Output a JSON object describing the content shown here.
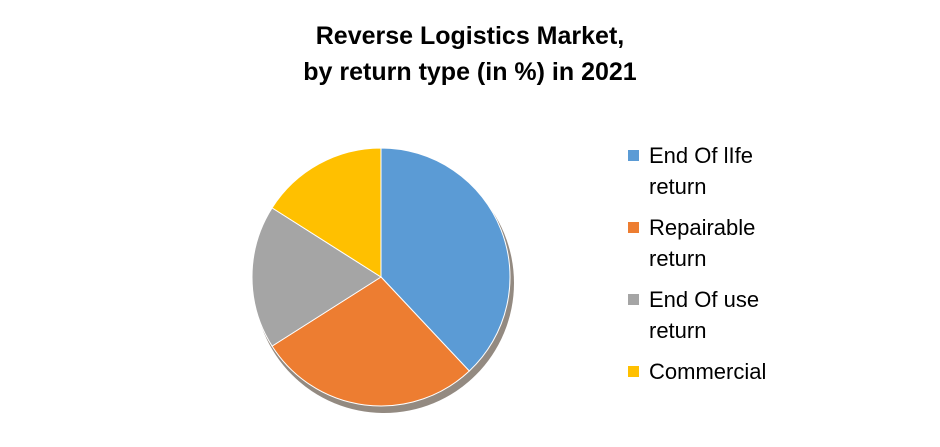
{
  "chart_data": {
    "type": "pie",
    "title_line1": "Reverse Logistics Market,",
    "title_line2": "by return type (in %) in 2021",
    "categories": [
      "End Of lIfe return",
      "Repairable return",
      "End Of use return",
      "Commercial"
    ],
    "values": [
      38,
      28,
      18,
      16
    ],
    "unit": "%",
    "colors": [
      "#5B9BD5",
      "#ED7D31",
      "#A5A5A5",
      "#FFC000"
    ],
    "legend_position": "right",
    "style": "3d-shadow"
  }
}
